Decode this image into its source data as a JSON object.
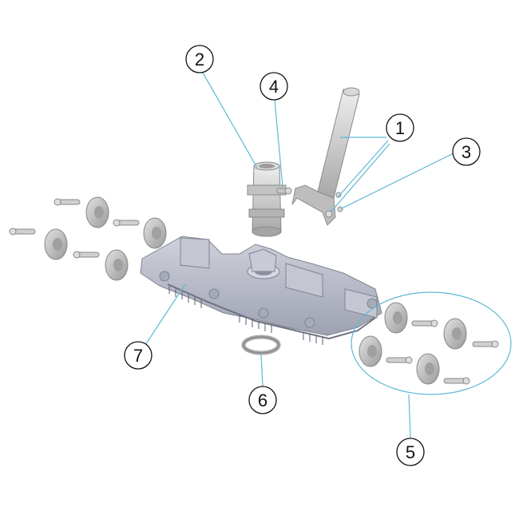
{
  "colors": {
    "leader": "#5fb8d6",
    "part_body": "#b3b7c4",
    "part_shadow": "#8f93a1",
    "part_light": "#d6d8e0",
    "metal": "#c9c9c9",
    "wheel": "#bdbdbd"
  },
  "callouts": [
    {
      "id": "2",
      "label": "2"
    },
    {
      "id": "4",
      "label": "4"
    },
    {
      "id": "1",
      "label": "1"
    },
    {
      "id": "3",
      "label": "3"
    },
    {
      "id": "7",
      "label": "7"
    },
    {
      "id": "6",
      "label": "6"
    },
    {
      "id": "5",
      "label": "5"
    }
  ]
}
